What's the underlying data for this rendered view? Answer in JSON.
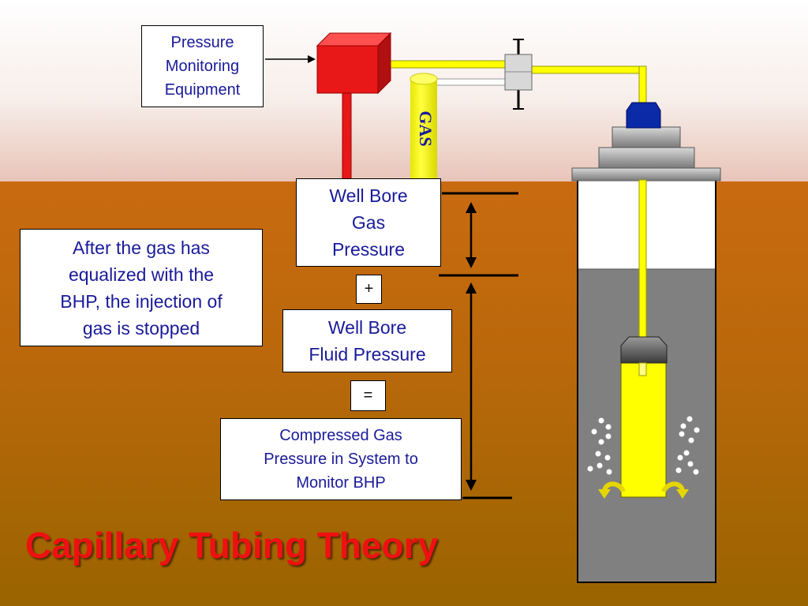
{
  "title": "Capillary Tubing Theory",
  "labels": {
    "pressure_monitoring": "Pressure\nMonitoring\n Equipment",
    "well_bore_gas": "Well Bore\nGas\nPressure",
    "plus": "+",
    "well_bore_fluid": "Well Bore\nFluid Pressure",
    "equals": "=",
    "compressed_gas": "Compressed Gas\nPressure in System to\nMonitor BHP",
    "note": "After the gas has\nequalized with the\nBHP, the injection of\ngas is stopped",
    "gas": "GAS"
  },
  "colors": {
    "title": "#ee1111",
    "box_text": "#1a1a9a",
    "monitor_box": "#e81818",
    "gas_line": "#ffff00",
    "well_fluid": "#808080",
    "wellhead_cap": "#0a2aa8"
  }
}
